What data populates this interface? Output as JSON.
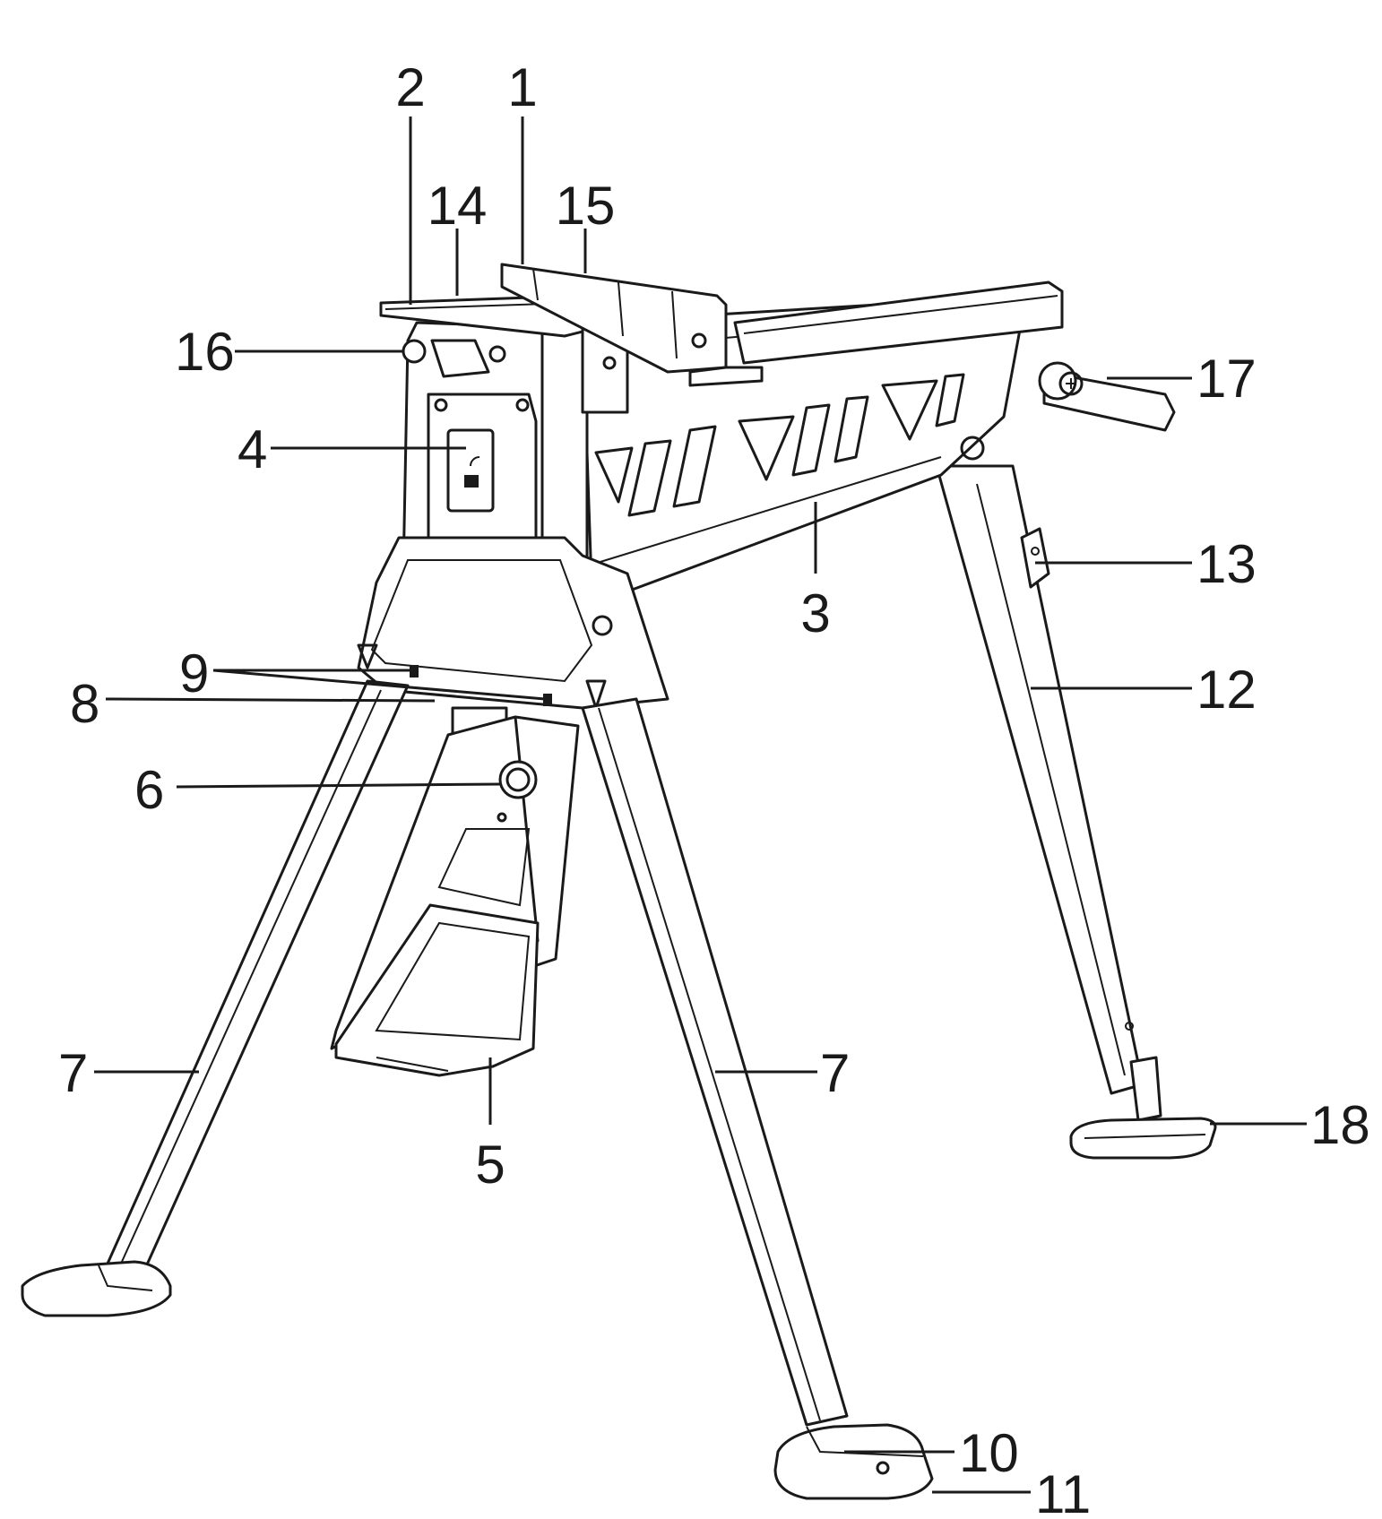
{
  "callouts": [
    {
      "id": "1",
      "text": "1"
    },
    {
      "id": "2",
      "text": "2"
    },
    {
      "id": "14",
      "text": "14"
    },
    {
      "id": "15",
      "text": "15"
    },
    {
      "id": "16",
      "text": "16"
    },
    {
      "id": "4",
      "text": "4"
    },
    {
      "id": "17",
      "text": "17"
    },
    {
      "id": "13",
      "text": "13"
    },
    {
      "id": "3",
      "text": "3"
    },
    {
      "id": "12",
      "text": "12"
    },
    {
      "id": "9",
      "text": "9"
    },
    {
      "id": "8",
      "text": "8"
    },
    {
      "id": "6",
      "text": "6"
    },
    {
      "id": "7a",
      "text": "7"
    },
    {
      "id": "7b",
      "text": "7"
    },
    {
      "id": "5",
      "text": "5"
    },
    {
      "id": "18",
      "text": "18"
    },
    {
      "id": "10",
      "text": "10"
    },
    {
      "id": "11",
      "text": "11"
    }
  ]
}
